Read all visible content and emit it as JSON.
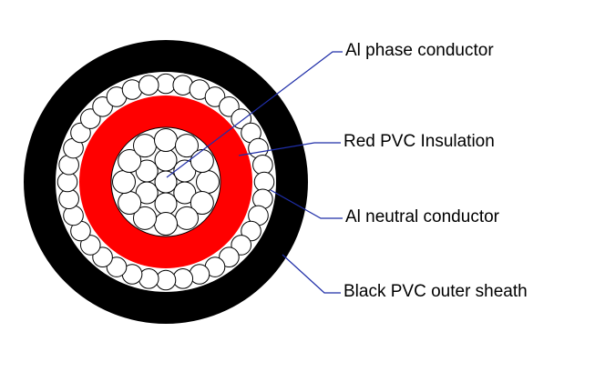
{
  "labels": {
    "phase_conductor": "Al phase conductor",
    "insulation": "Red PVC Insulation",
    "neutral_conductor": "Al neutral conductor",
    "outer_sheath": "Black PVC outer sheath"
  },
  "colors": {
    "sheath": "#000000",
    "insulation": "#ff0000",
    "wire_fill": "#ffffff",
    "wire_stroke": "#000000",
    "leader_line": "#1f2ea8",
    "text": "#000000"
  }
}
